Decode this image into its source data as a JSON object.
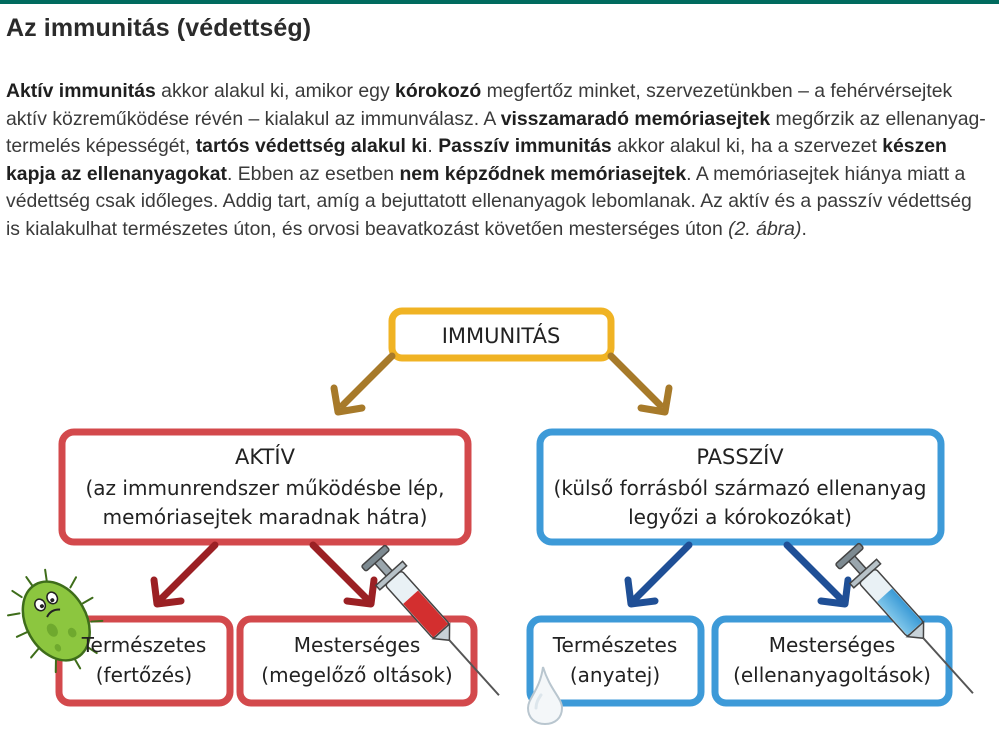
{
  "title": "Az immunitás (védettség)",
  "paragraph": [
    {
      "t": "Aktív immunitás",
      "s": "b"
    },
    {
      "t": " akkor alakul ki, amikor egy ",
      "s": ""
    },
    {
      "t": "kórokozó",
      "s": "b"
    },
    {
      "t": " megfertőz minket, szervezetünkben – a fehérvérsejtek aktív közreműködése révén – kialakul az immunválasz. A ",
      "s": ""
    },
    {
      "t": "visszamaradó memóriasejtek",
      "s": "b"
    },
    {
      "t": " megőrzik az ellenanyag-termelés képességét, ",
      "s": ""
    },
    {
      "t": "tartós védettség alakul ki",
      "s": "b"
    },
    {
      "t": ". ",
      "s": ""
    },
    {
      "t": "Passzív immunitás",
      "s": "b"
    },
    {
      "t": " akkor alakul ki, ha a szervezet ",
      "s": ""
    },
    {
      "t": "készen kapja az ellenanyagokat",
      "s": "b"
    },
    {
      "t": ". Ebben az esetben ",
      "s": ""
    },
    {
      "t": "nem képződnek memóriasejtek",
      "s": "b"
    },
    {
      "t": ". A memóriasejtek hiánya miatt a védettség csak időleges. Addig tart, amíg a bejuttatott ellenanyagok lebomlanak. Az aktív és a passzív védettség is kialakulhat természetes úton, és orvosi beavatkozást követően mesterséges úton ",
      "s": ""
    },
    {
      "t": "(2. ábra)",
      "s": "i"
    },
    {
      "t": ".",
      "s": ""
    }
  ],
  "diagram": {
    "root": "IMMUNITÁS",
    "active": {
      "title": "AKTÍV",
      "line1": "(az immunrendszer működésbe lép,",
      "line2": "memóriasejtek maradnak hátra)",
      "natural": {
        "line1": "Természetes",
        "line2": "(fertőzés)"
      },
      "artificial": {
        "line1": "Mesterséges",
        "line2": "(megelőző oltások)"
      }
    },
    "passive": {
      "title": "PASSZÍV",
      "line1": "(külső forrásból származó ellenanyag",
      "line2": "legyőzi a kórokozókat)",
      "natural": {
        "line1": "Természetes",
        "line2": "(anyatej)"
      },
      "artificial": {
        "line1": "Mesterséges",
        "line2": "(ellenanyagoltások)"
      }
    },
    "icons": [
      "bacteria-icon",
      "syringe-red-icon",
      "milk-drop-icon",
      "syringe-blue-icon"
    ]
  },
  "colors": {
    "topbar": "#006b5e",
    "root_border": "#f0b324",
    "root_arrows": "#a77a2a",
    "active_border": "#d3494c",
    "active_arrows": "#9b2024",
    "passive_border": "#3d9ad8",
    "passive_arrows": "#1f4f96"
  }
}
